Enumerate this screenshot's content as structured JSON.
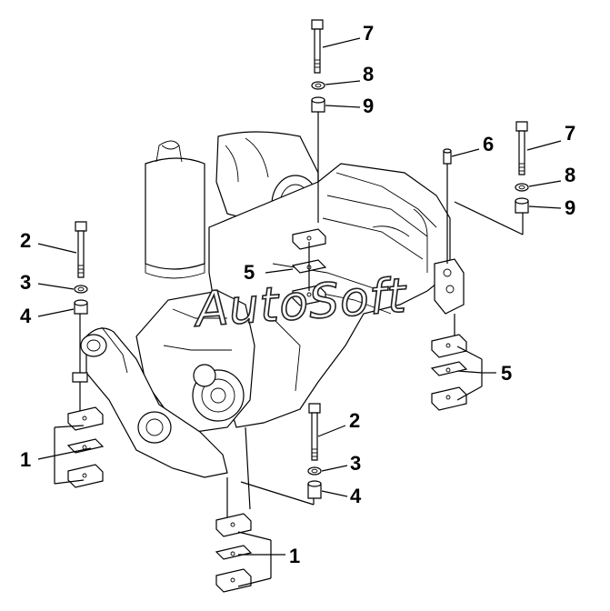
{
  "watermark": "AutoSoft",
  "callouts": {
    "c1a": "1",
    "c1b": "1",
    "c2a": "2",
    "c2b": "2",
    "c3a": "3",
    "c3b": "3",
    "c4a": "4",
    "c4b": "4",
    "c5a": "5",
    "c5b": "5",
    "c6": "6",
    "c7a": "7",
    "c7b": "7",
    "c8a": "8",
    "c8b": "8",
    "c9a": "9",
    "c9b": "9"
  }
}
